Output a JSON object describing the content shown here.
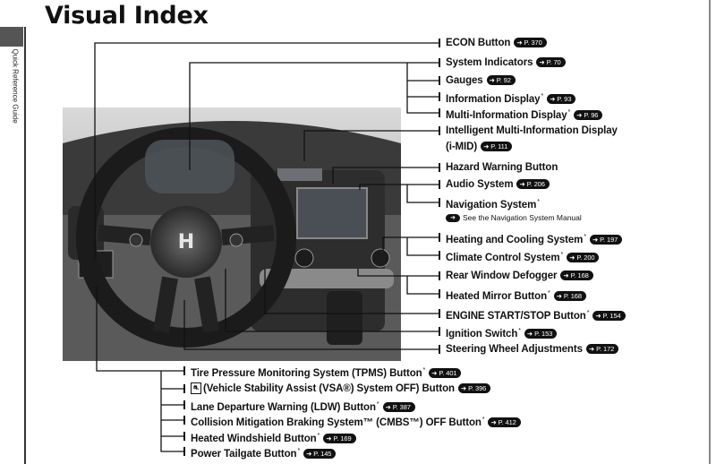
{
  "page": {
    "title": "Visual Index",
    "side_tab": "Quick Reference Guide"
  },
  "labels": [
    {
      "text": "ECON Button",
      "asterisk": false,
      "page": "P. 370"
    },
    {
      "text": "System Indicators",
      "asterisk": false,
      "page": "P. 70"
    },
    {
      "text": "Gauges",
      "asterisk": false,
      "page": "P. 92"
    },
    {
      "text": "Information Display",
      "asterisk": true,
      "page": "P. 93"
    },
    {
      "text": "Multi-Information Display",
      "asterisk": true,
      "page": "P. 96"
    },
    {
      "text": "Intelligent Multi-Information Display",
      "asterisk": false,
      "page": ""
    },
    {
      "text": "(i-MID)",
      "asterisk": false,
      "page": "P. 111"
    },
    {
      "text": "Hazard Warning Button",
      "asterisk": false,
      "page": ""
    },
    {
      "text": "Audio System",
      "asterisk": false,
      "page": "P. 206"
    },
    {
      "text": "Navigation System",
      "asterisk": true,
      "page": ""
    },
    {
      "text": "Heating and Cooling System",
      "asterisk": true,
      "page": "P. 197"
    },
    {
      "text": "Climate Control System",
      "asterisk": true,
      "page": "P. 200"
    },
    {
      "text": "Rear Window Defogger",
      "asterisk": false,
      "page": "P. 168"
    },
    {
      "text": "Heated Mirror Button",
      "asterisk": true,
      "page": "P. 168"
    },
    {
      "text": "ENGINE START/STOP Button",
      "asterisk": true,
      "page": "P. 154"
    },
    {
      "text": "Ignition Switch",
      "asterisk": true,
      "page": "P. 153"
    },
    {
      "text": "Steering Wheel Adjustments",
      "asterisk": false,
      "page": "P. 172"
    },
    {
      "text": "Tire Pressure Monitoring System (TPMS) Button",
      "asterisk": true,
      "page": "P. 401"
    },
    {
      "text": "(Vehicle Stability Assist (VSA®) System OFF) Button",
      "asterisk": false,
      "page": "P. 396"
    },
    {
      "text": "Lane Departure Warning (LDW) Button",
      "asterisk": true,
      "page": "P. 387"
    },
    {
      "text": "Collision Mitigation Braking System™ (CMBS™) OFF Button",
      "asterisk": true,
      "page": "P. 412"
    },
    {
      "text": "Heated Windshield Button",
      "asterisk": true,
      "page": "P. 169"
    },
    {
      "text": "Power Tailgate Button",
      "asterisk": true,
      "page": "P. 145"
    }
  ],
  "navigation_note": "See the Navigation System Manual",
  "vsa_icon_glyph": "⛐",
  "colors": {
    "ink": "#111111",
    "photo_bg": "#c9c9c9"
  }
}
